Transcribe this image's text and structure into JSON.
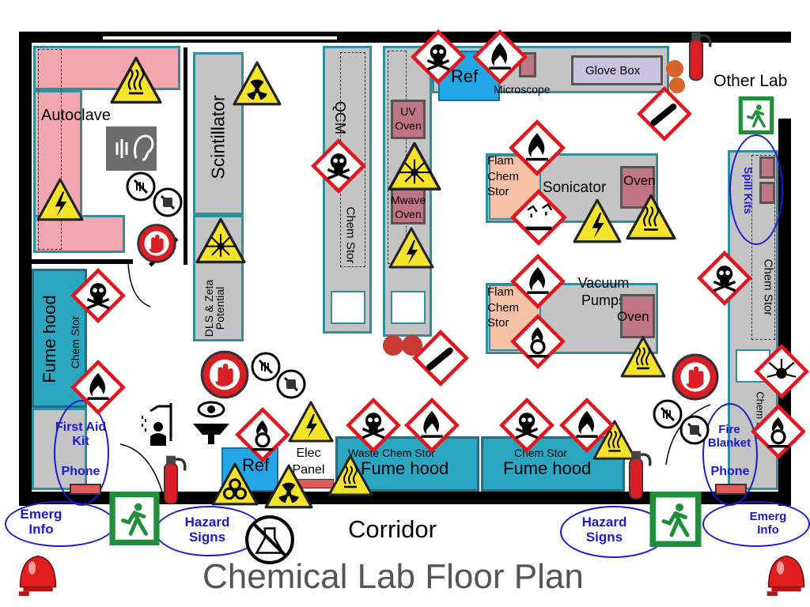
{
  "title": "Chemical Lab Floor Plan",
  "rooms": {
    "other_lab": "Other Lab",
    "corridor": "Corridor"
  },
  "labels": {
    "autoclave": "Autoclave",
    "scintillator": "Scintillator",
    "dls": "DLS & Zeta Potential",
    "qcm": "QCM",
    "chem_stor": "Chem  Stor",
    "fume_hood": "Fume hood",
    "ref": "Ref",
    "microscope": "Microscope",
    "glove_box": "Glove Box",
    "uv_oven": "UV Oven",
    "mwave_oven": "Mwave Oven",
    "flam_chem_stor": "Flam Chem Stor",
    "sonicator": "Sonicator",
    "oven": "Oven",
    "vacuum_pumps": "Vacuum Pumps",
    "elec_panel": "Elec Panel",
    "waste_chem_stor": "Waste Chem  Stor",
    "chem_stor_bottom": "Chem  Stor"
  },
  "safety_labels": {
    "spill_kits": "Spill Kits",
    "first_aid_kit": "First Aid Kit",
    "phone": "Phone",
    "fire_blanket": "Fire Blanket",
    "emerg_info": "Emerg Info",
    "hazard_signs": "Hazard Signs"
  },
  "colors": {
    "wall": "#000000",
    "bench": "#c4c4c4",
    "bench_border": "#2f8ea0",
    "pink_bench": "#f2a7ae",
    "fume_hood": "#2aa6c0",
    "fridge": "#22a6e6",
    "oven": "#c07585",
    "warning_yellow": "#f5e22a",
    "ghs_red": "#e0171f",
    "exit_green": "#1f8f3a",
    "annotation_blue": "#1a1ad0",
    "title_gray": "#555555"
  },
  "icons": [
    "hot-surface-icon",
    "electrical-hazard-icon",
    "radiation-icon",
    "laser-icon",
    "biohazard-icon",
    "toxic-skull-icon",
    "flammable-icon",
    "oxidizer-icon",
    "corrosive-icon",
    "explosive-icon",
    "compressed-gas-icon",
    "no-pets-icon",
    "no-food-icon",
    "no-entry-hand-icon",
    "hearing-protection-icon",
    "emergency-exit-icon",
    "fire-extinguisher-icon",
    "fire-alarm-bell-icon",
    "eye-wash-icon",
    "safety-shower-icon",
    "no-glassware-icon"
  ]
}
